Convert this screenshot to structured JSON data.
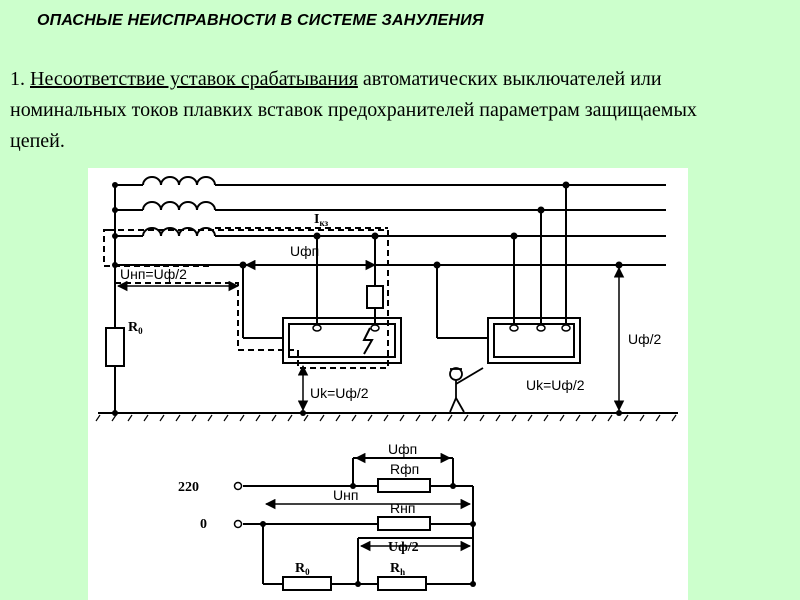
{
  "title": "ОПАСНЫЕ НЕИСПРАВНОСТИ В СИСТЕМЕ ЗАНУЛЕНИЯ",
  "paragraph": {
    "number": "1. ",
    "underlined": "Несоответствие уставок срабатывания",
    "rest": " автоматических выключателей или номинальных токов плавких вставок предохранителей параметрам защищаемых цепей."
  },
  "diagram": {
    "upper": {
      "i_label": "I",
      "i_subscript": "кз",
      "uf_label": "Uфп",
      "unp_label": "Uнп=Uф/2",
      "r0_label": "R",
      "r0_subscript": "0",
      "uk_left": "Uk=Uф/2",
      "uk_right": "Uk=Uф/2",
      "uf2_label": "Uф/2"
    },
    "lower": {
      "v220_label": "220",
      "v0_label": "0",
      "ufp_label": "Uфп",
      "rfp_label": "Rфп",
      "unp_label": "Uнп",
      "rnp_label": "Rнп",
      "uf2_label": "Uф/2",
      "r0_label": "R",
      "r0_subscript": "0",
      "rh_label": "R",
      "rh_subscript": "h"
    }
  }
}
